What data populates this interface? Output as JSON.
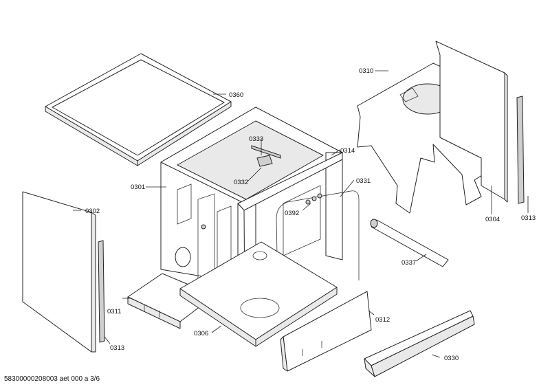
{
  "labels": {
    "p0360": "0360",
    "p0333": "0333",
    "p0314": "0314",
    "p0301": "0301",
    "p0332": "0332",
    "p0302": "0302",
    "p0331": "0331",
    "p0392": "0392",
    "p0310": "0310",
    "p0304": "0304",
    "p0313a": "0313",
    "p0313b": "0313",
    "p0337": "0337",
    "p0311": "0311",
    "p0306": "0306",
    "p0312": "0312",
    "p0330": "0330"
  },
  "footer": "58300000208003 aet 000 a 3/6"
}
